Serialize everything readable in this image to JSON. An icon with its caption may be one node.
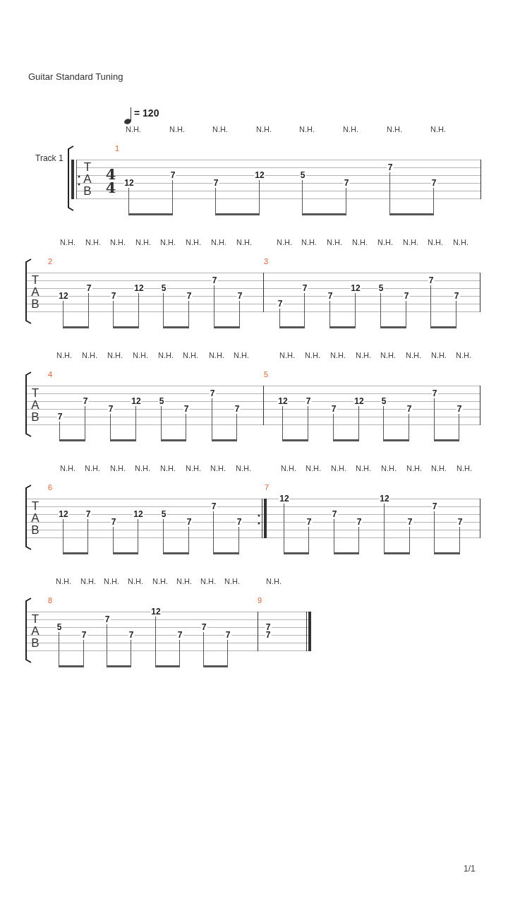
{
  "diagram": {
    "title": "Guitar Standard Tuning",
    "labels": [
      "= 120",
      "N.H.",
      "N.H.",
      "N.H.",
      "N.H.",
      "N.H.",
      "N.H.",
      "N.H.",
      "N.H.",
      "1",
      "Track 1",
      "T",
      "A",
      "B",
      "4",
      "4",
      "12",
      "7",
      "7",
      "12",
      "5",
      "7",
      "7",
      "7",
      "N.H.",
      "N.H.",
      "N.H.",
      "N.H.",
      "N.H.",
      "N.H.",
      "N.H.",
      "N.H.",
      "N.H.",
      "N.H.",
      "N.H.",
      "N.H.",
      "N.H.",
      "N.H.",
      "N.H.",
      "N.H.",
      "2",
      "3",
      "T",
      "A",
      "B",
      "12",
      "7",
      "7",
      "12",
      "5",
      "7",
      "7",
      "7",
      "7",
      "7",
      "7",
      "12",
      "5",
      "7",
      "7",
      "7",
      "N.H.",
      "N.H.",
      "N.H.",
      "N.H.",
      "N.H.",
      "N.H.",
      "N.H.",
      "N.H.",
      "N.H.",
      "N.H.",
      "N.H.",
      "N.H.",
      "N.H.",
      "N.H.",
      "N.H.",
      "N.H.",
      "4",
      "5",
      "T",
      "A",
      "B",
      "7",
      "7",
      "7",
      "12",
      "5",
      "7",
      "7",
      "7",
      "12",
      "7",
      "7",
      "12",
      "5",
      "7",
      "7",
      "7",
      "N.H.",
      "N.H.",
      "N.H.",
      "N.H.",
      "N.H.",
      "N.H.",
      "N.H.",
      "N.H.",
      "N.H.",
      "N.H.",
      "N.H.",
      "N.H.",
      "N.H.",
      "N.H.",
      "N.H.",
      "N.H.",
      "6",
      "7",
      "T",
      "A",
      "B",
      "12",
      "7",
      "7",
      "12",
      "5",
      "7",
      "7",
      "7",
      "12",
      "7",
      "7",
      "7",
      "12",
      "7",
      "7",
      "7",
      "N.H.",
      "N.H.",
      "N.H.",
      "N.H.",
      "N.H.",
      "N.H.",
      "N.H.",
      "N.H.",
      "N.H.",
      "8",
      "9",
      "T",
      "A",
      "B",
      "5",
      "7",
      "7",
      "7",
      "12",
      "7",
      "7",
      "7",
      "7",
      "7",
      "1/1"
    ]
  }
}
